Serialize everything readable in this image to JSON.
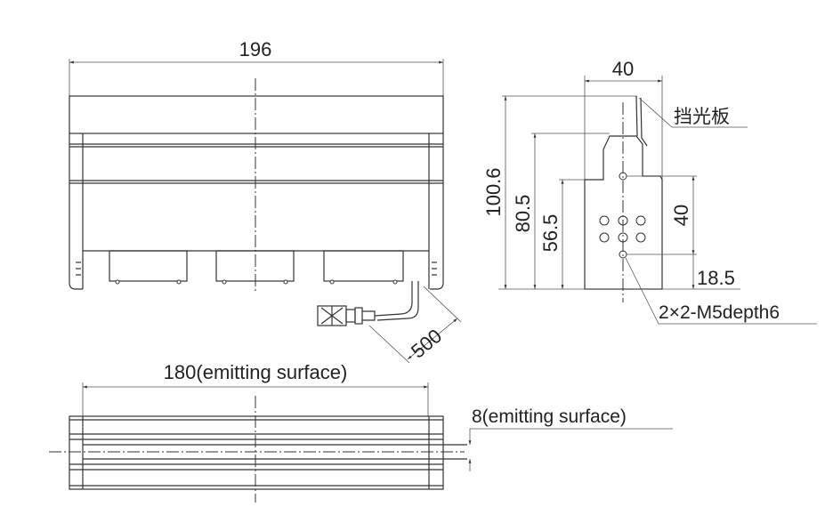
{
  "front_view": {
    "width_dim": "196",
    "cable_length_dim": "500"
  },
  "side_view": {
    "width_dim": "40",
    "height_total_dim": "100.6",
    "height_mid_dim": "80.5",
    "height_body_dim": "56.5",
    "hole_spacing_dim": "40",
    "hole_offset_dim": "18.5",
    "shield_label": "挡光板",
    "thread_label": "2×2-M5depth6"
  },
  "bottom_view": {
    "emitting_length_dim": "180(emitting surface)",
    "emitting_width_dim": "8(emitting surface)"
  }
}
